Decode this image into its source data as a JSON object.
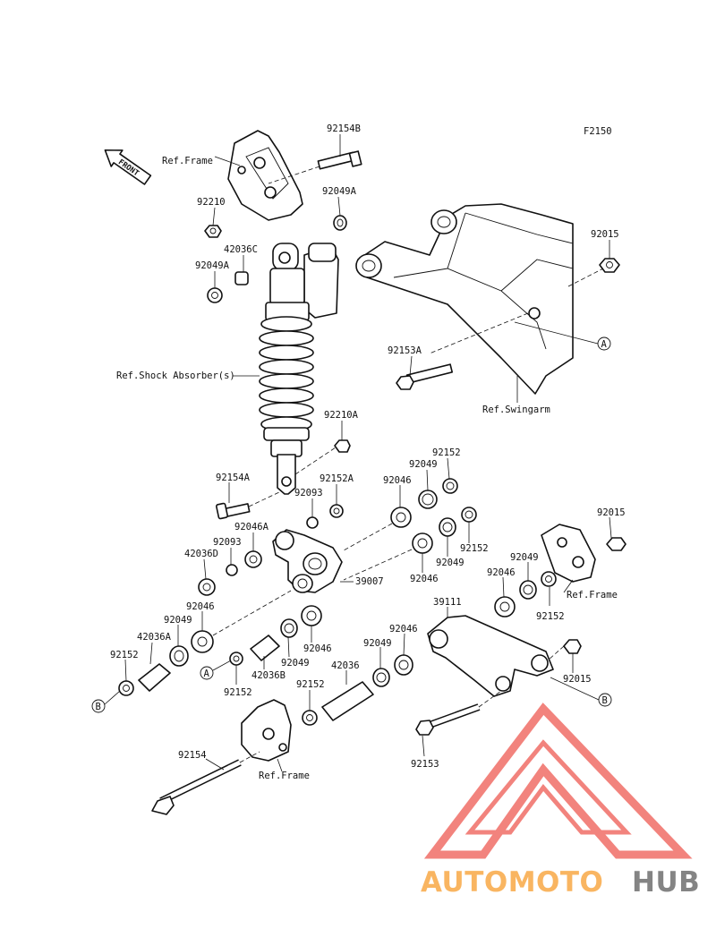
{
  "diagram_id": "F2150",
  "front_label": "FRONT",
  "refs": {
    "frame_top": "Ref.Frame",
    "shock": "Ref.Shock Absorber(s)",
    "swingarm": "Ref.Swingarm",
    "frame_right": "Ref.Frame",
    "frame_bottom": "Ref.Frame"
  },
  "markers": {
    "A": "A",
    "B": "B"
  },
  "parts": {
    "p92154B": "92154B",
    "p92210": "92210",
    "p92049A_top": "92049A",
    "p42036C": "42036C",
    "p92049A_left": "92049A",
    "p92015_top": "92015",
    "p92153A": "92153A",
    "p92210A": "92210A",
    "p92154A": "92154A",
    "p92093_a": "92093",
    "p92152A": "92152A",
    "p92152_top": "92152",
    "p92049_top": "92049",
    "p92046_top": "92046",
    "p92046A": "92046A",
    "p92093_b": "92093",
    "p42036D": "42036D",
    "p92152_mid": "92152",
    "p92049_mid": "92049",
    "p92046_mid": "92046",
    "p39007": "39007",
    "p92015_right": "92015",
    "p92049_right": "92049",
    "p92046_right": "92046",
    "p92152_right": "92152",
    "p39111": "39111",
    "p92046_l1": "92046",
    "p92049_l1": "92049",
    "p42036A": "42036A",
    "p92152_l": "92152",
    "p92046_c": "92046",
    "p42036B": "42036B",
    "p92049_c": "92049",
    "p92152_c": "92152",
    "p92049_c2": "92049",
    "p92046_c2": "92046",
    "p42036": "42036",
    "p92152_c2": "92152",
    "p92015_r2": "92015",
    "p92153": "92153",
    "p92154": "92154"
  },
  "watermark": {
    "part1": "AUTOMOTO",
    "part2": "HUB"
  },
  "colors": {
    "watermark_red": "#ee5a52",
    "watermark_orange": "#f7a23a",
    "watermark_grey": "#6e6e6e"
  }
}
